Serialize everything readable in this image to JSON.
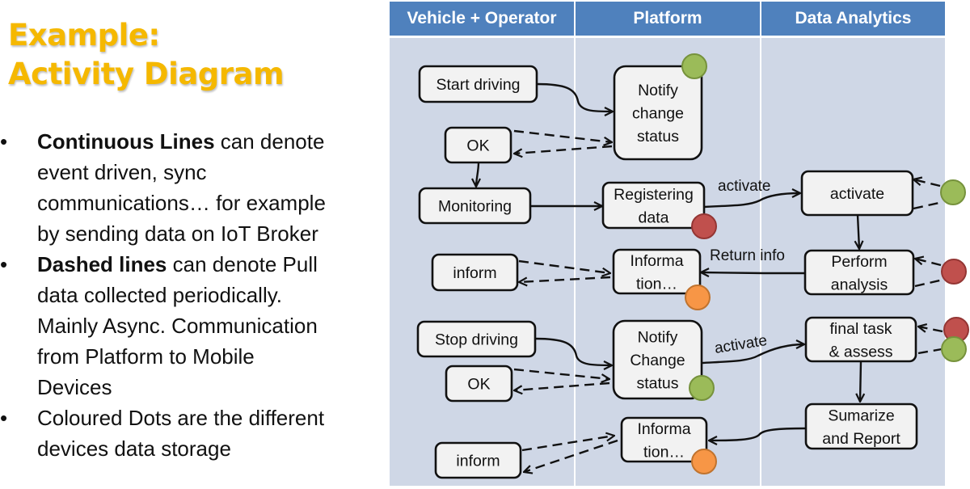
{
  "title": {
    "line1": "Example:",
    "line2": "Activity Diagram",
    "color": "#f5b800"
  },
  "bullets": [
    {
      "bold": "Continuous Lines",
      "lines": [
        " can denote",
        "event driven, sync",
        "communications… for example",
        "by sending data on IoT Broker"
      ]
    },
    {
      "bold": "Dashed lines",
      "lines": [
        " can denote Pull",
        "data collected periodically.",
        "Mainly Async. Communication",
        "from Platform to Mobile",
        "Devices"
      ]
    },
    {
      "bold": "",
      "lines": [
        "Coloured Dots are the different",
        "devices data storage"
      ]
    }
  ],
  "bullet_glyph": "•",
  "lanes": [
    {
      "label": "Vehicle + Operator"
    },
    {
      "label": "Platform"
    },
    {
      "label": "Data Analytics"
    }
  ],
  "colors": {
    "header": "#4f81bd",
    "lane": "#cfd7e6",
    "node_fill": "#f2f2f2",
    "green": "#9bbb59",
    "red": "#c0504d",
    "orange": "#f79646"
  },
  "nodes": [
    {
      "id": "start-driving",
      "lines": [
        "Start driving"
      ]
    },
    {
      "id": "ok-1",
      "lines": [
        "OK"
      ]
    },
    {
      "id": "monitoring",
      "lines": [
        "Monitoring"
      ]
    },
    {
      "id": "inform-1",
      "lines": [
        "inform"
      ]
    },
    {
      "id": "stop-driving",
      "lines": [
        "Stop driving"
      ]
    },
    {
      "id": "ok-2",
      "lines": [
        "OK"
      ]
    },
    {
      "id": "inform-2",
      "lines": [
        "inform"
      ]
    },
    {
      "id": "notify-change-status-1",
      "lines": [
        "Notify",
        "change",
        "status"
      ]
    },
    {
      "id": "registering-data",
      "lines": [
        "Registering",
        "data"
      ]
    },
    {
      "id": "information-1",
      "lines": [
        "Informa",
        "tion…"
      ]
    },
    {
      "id": "notify-change-status-2",
      "lines": [
        "Notify",
        "Change",
        "status"
      ]
    },
    {
      "id": "information-2",
      "lines": [
        "Informa",
        "tion…"
      ]
    },
    {
      "id": "activate",
      "lines": [
        "activate"
      ]
    },
    {
      "id": "perform-analysis",
      "lines": [
        "Perform",
        "analysis"
      ]
    },
    {
      "id": "final-task",
      "lines": [
        "final task",
        "& assess"
      ]
    },
    {
      "id": "summarize-report",
      "lines": [
        "Sumarize",
        "and Report"
      ]
    }
  ],
  "edge_labels": {
    "activate_1": "activate",
    "return_info": "Return info",
    "activate_2": "activate"
  },
  "storage_dots": [
    {
      "node": "notify-change-status-1",
      "color": "green"
    },
    {
      "node": "registering-data",
      "color": "red"
    },
    {
      "node": "information-1",
      "color": "orange"
    },
    {
      "node": "notify-change-status-2",
      "color": "green"
    },
    {
      "node": "information-2",
      "color": "orange"
    },
    {
      "node": "activate",
      "color": "green"
    },
    {
      "node": "perform-analysis",
      "color": "red"
    },
    {
      "node": "final-task",
      "color": "red"
    },
    {
      "node": "final-task",
      "color": "green"
    }
  ]
}
